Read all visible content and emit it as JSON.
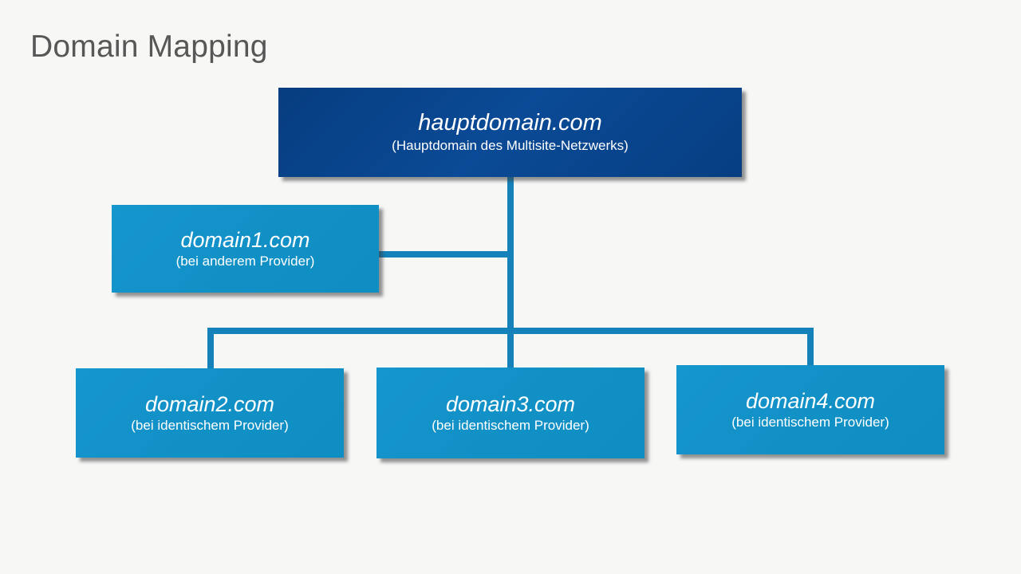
{
  "slide": {
    "title": "Domain Mapping",
    "background_color": "#f7f7f5",
    "title_color": "#575757"
  },
  "colors": {
    "root_box": "#0a4a96",
    "child_box": "#1190c6",
    "connector": "#1481ba",
    "text": "#ffffff"
  },
  "diagram": {
    "type": "tree",
    "root": {
      "domain": "hauptdomain.com",
      "note": "(Hauptdomain des Multisite-Netzwerks)"
    },
    "children": [
      {
        "domain": "domain1.com",
        "note": "(bei anderem Provider)"
      },
      {
        "domain": "domain2.com",
        "note": "(bei identischem Provider)"
      },
      {
        "domain": "domain3.com",
        "note": "(bei identischem Provider)"
      },
      {
        "domain": "domain4.com",
        "note": "(bei identischem Provider)"
      }
    ]
  }
}
